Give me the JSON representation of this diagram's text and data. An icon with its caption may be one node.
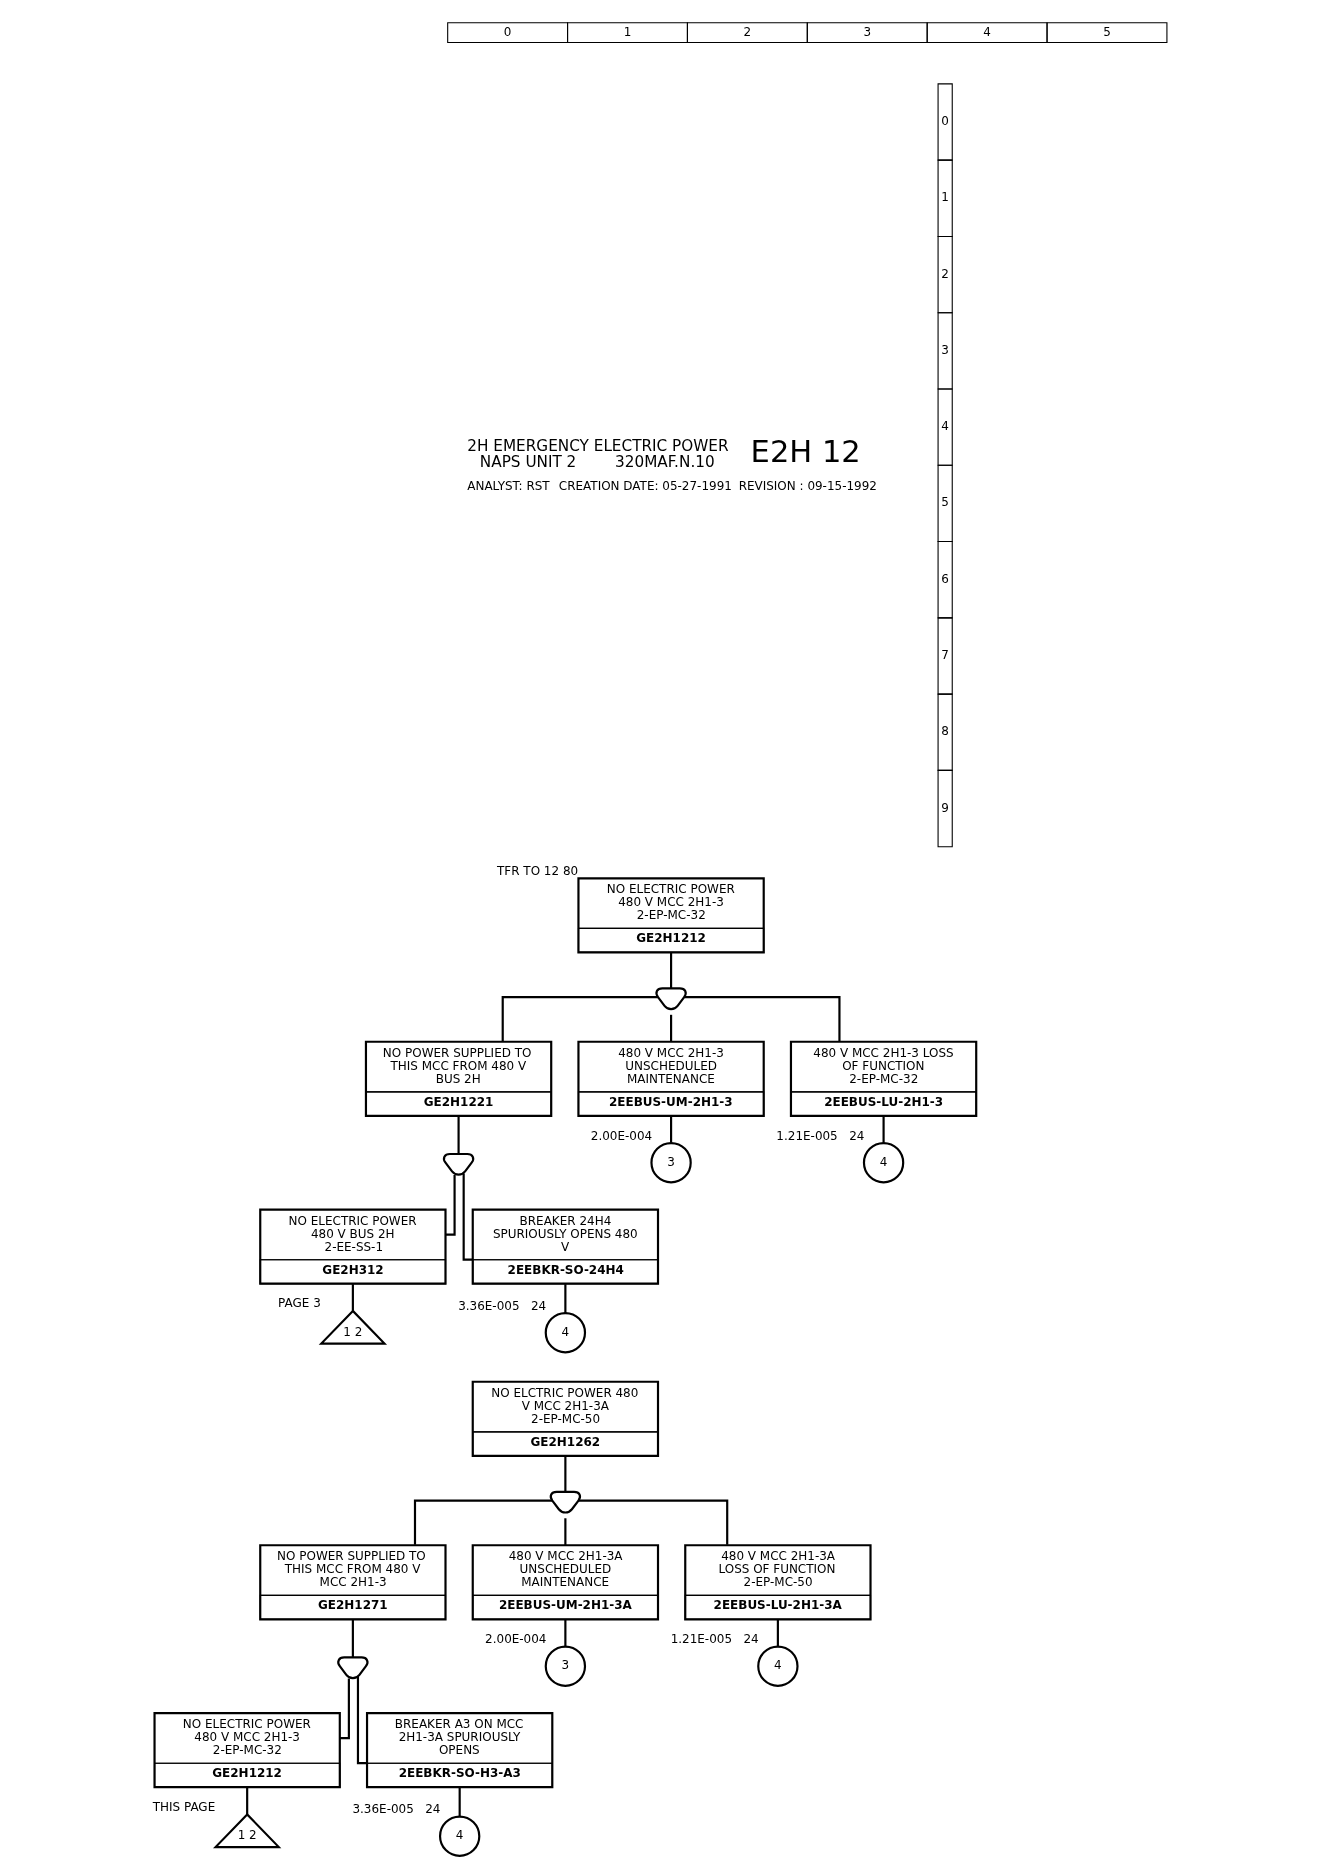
{
  "diagram": {
    "nodes": [
      {
        "text": [
          "NO ELECTRIC POWER 480 V MCC 2H1-3 2-EP-MC-32",
          "GE2H1212"
        ],
        "beside": [
          "TFR TO 12 80"
        ]
      },
      {
        "text": [],
        "shape": "gate"
      },
      {
        "text": [
          "NO POWER SUPPLIED TO THIS MCC FROM 480 V BUS 2H",
          "GE2H1221"
        ]
      },
      {
        "text": [
          "480 V MCC 2H1-3 UNSCHEDULED MAINTENANCE",
          "2EEBUS-UM-2H1-3"
        ]
      },
      {
        "text": [
          "3"
        ],
        "beside": [
          "2.00E-004"
        ]
      },
      {
        "text": [
          "480 V MCC 2H1-3 LOSS OF FUNCTION 2-EP-MC-32",
          "2EEBUS-LU-2H1-3"
        ]
      },
      {
        "text": [
          "4"
        ],
        "beside": [
          "1.21E-005",
          "24"
        ]
      },
      {
        "text": [],
        "shape": "gate"
      },
      {
        "text": [
          "NO ELECTRIC POWER 480 V BUS 2H 2-EE-SS-1",
          "GE2H312"
        ]
      },
      {
        "text": [
          "1 2"
        ],
        "beside": [
          "PAGE 3"
        ]
      },
      {
        "text": [
          "BREAKER 24H4 SPURIOUSLY OPENS 480 V",
          "2EEBKR-SO-24H4"
        ]
      },
      {
        "text": [
          "4"
        ],
        "beside": [
          "3.36E-005",
          "24"
        ]
      },
      {
        "text": [
          "NO ELCTRIC POWER 480 V MCC 2H1-3A 2-EP-MC-50",
          "GE2H1262"
        ]
      },
      {
        "text": [],
        "shape": "gate"
      },
      {
        "text": [
          "NO POWER SUPPLIED TO THIS MCC FROM 480 V MCC 2H1-3",
          "GE2H1271"
        ]
      },
      {
        "text": [
          "480 V MCC 2H1-3A UNSCHEDULED MAINTENANCE",
          "2EEBUS-UM-2H1-3A"
        ]
      },
      {
        "text": [
          "3"
        ],
        "beside": [
          "2.00E-004"
        ]
      },
      {
        "text": [
          "480 V MCC 2H1-3A LOSS OF FUNCTION 2-EP-MC-50",
          "2EEBUS-LU-2H1-3A"
        ]
      },
      {
        "text": [
          "4"
        ],
        "beside": [
          "1.21E-005",
          "24"
        ]
      },
      {
        "text": [],
        "shape": "gate"
      },
      {
        "text": [
          "NO ELECTRIC POWER 480 V MCC 2H1-3 2-EP-MC-32",
          "GE2H1212"
        ]
      },
      {
        "text": [
          "1 2"
        ],
        "beside": [
          "THIS PAGE"
        ]
      },
      {
        "text": [
          "BREAKER A3 ON MCC 2H1-3A SPURIOUSLY OPENS",
          "2EEBKR-SO-H3-A3"
        ]
      },
      {
        "text": [
          "4"
        ],
        "beside": [
          "3.36E-005",
          "24"
        ]
      }
    ],
    "edges": [
      {
        "from": 0,
        "to": 1,
        "arrow": "none"
      },
      {
        "from": 1,
        "to": 2,
        "arrow": "none"
      },
      {
        "from": 1,
        "to": 3,
        "arrow": "none"
      },
      {
        "from": 1,
        "to": 5,
        "arrow": "none"
      },
      {
        "from": 3,
        "to": 4,
        "arrow": "none"
      },
      {
        "from": 5,
        "to": 6,
        "arrow": "none"
      },
      {
        "from": 2,
        "to": 7,
        "arrow": "none"
      },
      {
        "from": 7,
        "to": 8,
        "arrow": "none"
      },
      {
        "from": 7,
        "to": 10,
        "arrow": "none"
      },
      {
        "from": 8,
        "to": 9,
        "arrow": "none"
      },
      {
        "from": 10,
        "to": 11,
        "arrow": "none"
      },
      {
        "from": 12,
        "to": 13,
        "arrow": "none"
      },
      {
        "from": 13,
        "to": 14,
        "arrow": "none"
      },
      {
        "from": 13,
        "to": 15,
        "arrow": "none"
      },
      {
        "from": 13,
        "to": 17,
        "arrow": "none"
      },
      {
        "from": 15,
        "to": 16,
        "arrow": "none"
      },
      {
        "from": 17,
        "to": 18,
        "arrow": "none"
      },
      {
        "from": 14,
        "to": 19,
        "arrow": "none"
      },
      {
        "from": 19,
        "to": 20,
        "arrow": "none"
      },
      {
        "from": 19,
        "to": 22,
        "arrow": "none"
      },
      {
        "from": 20,
        "to": 21,
        "arrow": "none"
      },
      {
        "from": 22,
        "to": 23,
        "arrow": "none"
      }
    ],
    "labels": [
      "0",
      "1",
      "2",
      "3",
      "4",
      "5",
      "2H EMERGENCY ELECTRIC POWER",
      "NAPS UNIT 2",
      "320MAF.N.10",
      "E2H 12",
      "ANALYST: RST",
      "CREATION DATE: 05-27-1991",
      "REVISION : 09-15-1992",
      "0",
      "1",
      "2",
      "3",
      "4",
      "5",
      "6",
      "7",
      "8",
      "9"
    ]
  }
}
